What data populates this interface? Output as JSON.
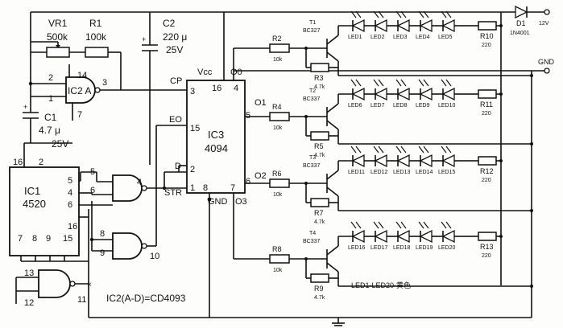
{
  "supply": {
    "voltage": "12V"
  },
  "d1": {
    "ref": "D1",
    "part": "1N4001"
  },
  "labels": {
    "gnd": "GND",
    "ic2_note": "IC2(A-D)=CD4093",
    "led_note": "LED1-LED20-黄色"
  },
  "vr1": {
    "ref": "VR1",
    "value": "500k"
  },
  "r1": {
    "ref": "R1",
    "value": "100k"
  },
  "c2": {
    "ref": "C2",
    "value": "220 μ",
    "voltage": "25V"
  },
  "c1": {
    "ref": "C1",
    "value": "4.7 μ",
    "voltage": "25V"
  },
  "ic2a": {
    "label": "IC2 A",
    "pins": {
      "vcc": "14",
      "in1": "2",
      "in2": "1",
      "out": "3",
      "gnd": "7"
    }
  },
  "ic1": {
    "ref": "IC1",
    "part": "4520",
    "pins": [
      "16",
      "2",
      "5",
      "4",
      "6",
      "16",
      "15",
      "7",
      "8",
      "9"
    ]
  },
  "gate_b": {
    "pins": [
      "5",
      "6",
      "4"
    ]
  },
  "gate_c": {
    "pins": [
      "8",
      "9",
      "10"
    ]
  },
  "gate_d": {
    "pins": [
      "13",
      "12",
      "11"
    ]
  },
  "ic3": {
    "ref": "IC3",
    "part": "4094",
    "pins": {
      "vcc": "Vcc",
      "p16": "16",
      "o0": "O0",
      "p4": "4",
      "cp": "CP",
      "p3": "3",
      "eo": "EO",
      "p15": "15",
      "d": "D",
      "p2": "2",
      "str": "STR",
      "p1": "1",
      "p8": "8",
      "gnd": "GND",
      "p7": "7",
      "o3": "O3",
      "o1": "O1",
      "p5": "5",
      "o2": "O2",
      "p6": "6"
    }
  },
  "stages": [
    {
      "base_res": "R2",
      "base_val": "10k",
      "transistor": "T1",
      "type": "BC327",
      "pull_res": "R3",
      "pull_val": "4.7k",
      "leds": [
        "LED1",
        "LED2",
        "LED3",
        "LED4",
        "LED5"
      ],
      "led_res": "R10",
      "led_res_val": "220"
    },
    {
      "base_res": "R4",
      "base_val": "10k",
      "transistor": "T2",
      "type": "BC337",
      "pull_res": "R5",
      "pull_val": "4.7k",
      "leds": [
        "LED6",
        "LED7",
        "LED8",
        "LED9",
        "LED10"
      ],
      "led_res": "R11",
      "led_res_val": "220"
    },
    {
      "base_res": "R6",
      "base_val": "10k",
      "transistor": "T3",
      "type": "BC337",
      "pull_res": "R7",
      "pull_val": "4.7k",
      "leds": [
        "LED11",
        "LED12",
        "LED13",
        "LED14",
        "LED15"
      ],
      "led_res": "R12",
      "led_res_val": "220"
    },
    {
      "base_res": "R8",
      "base_val": "10k",
      "transistor": "T4",
      "type": "BC337",
      "pull_res": "R9",
      "pull_val": "4.7k",
      "leds": [
        "LED16",
        "LED17",
        "LED18",
        "LED19",
        "LED20"
      ],
      "led_res": "R13",
      "led_res_val": "220"
    }
  ]
}
